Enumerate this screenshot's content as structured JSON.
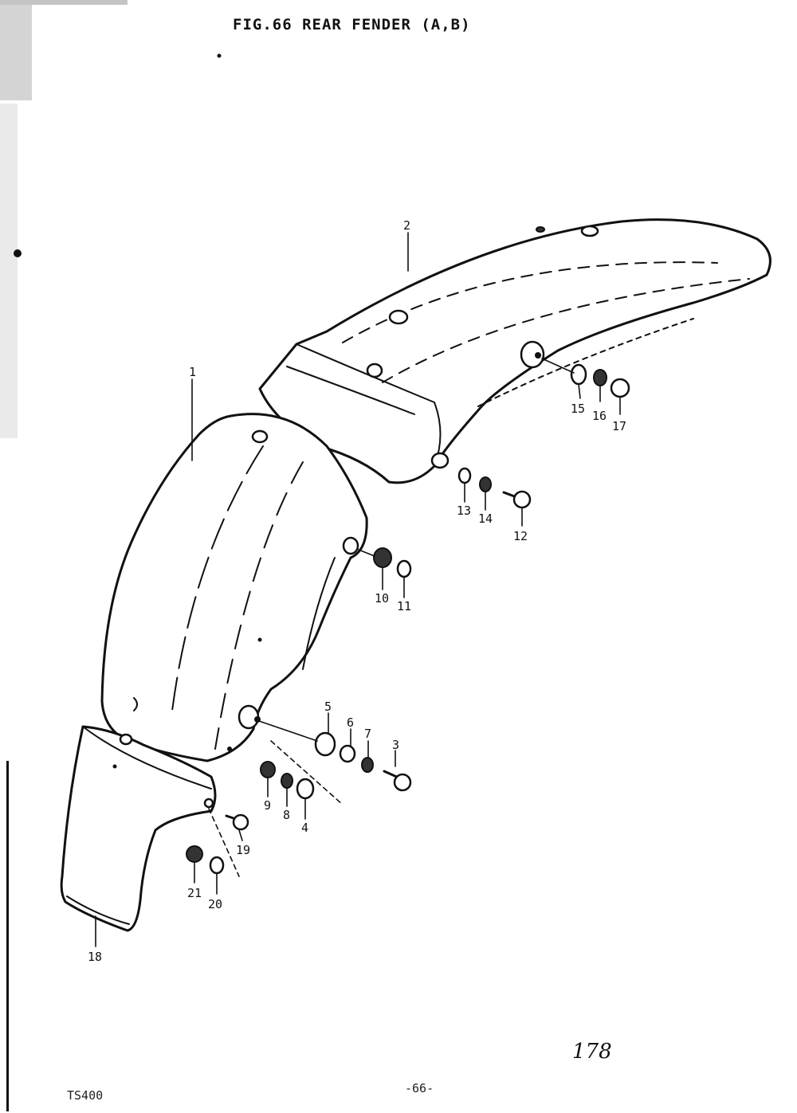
{
  "header": {
    "figure_title": "FIG.66  REAR FENDER (A,B)"
  },
  "footer": {
    "model": "TS400",
    "page_number": "-66-",
    "handwritten_note": "178"
  },
  "callouts": {
    "c1": "1",
    "c2": "2",
    "c3": "3",
    "c4": "4",
    "c5": "5",
    "c6": "6",
    "c7": "7",
    "c8": "8",
    "c9": "9",
    "c10": "10",
    "c11": "11",
    "c12": "12",
    "c13": "13",
    "c14": "14",
    "c15": "15",
    "c16": "16",
    "c17": "17",
    "c18": "18",
    "c19": "19",
    "c20": "20",
    "c21": "21"
  }
}
